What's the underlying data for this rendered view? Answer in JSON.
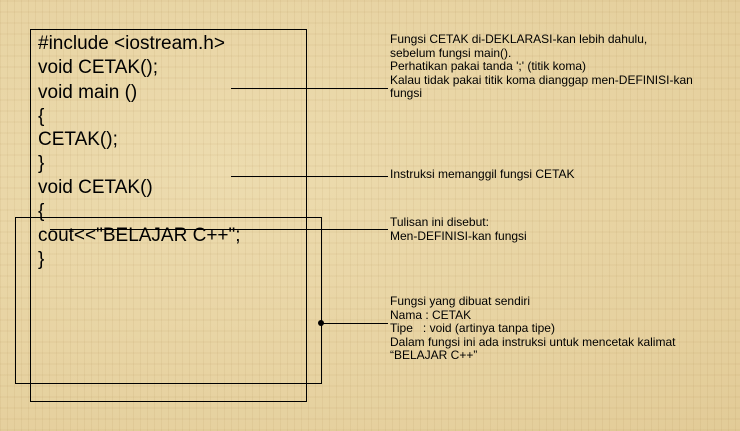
{
  "code": [
    "#include <iostream.h>",
    "void CETAK();",
    "void main ()",
    "{",
    "CETAK();",
    "}",
    "void CETAK()",
    "{",
    "cout<<\"BELAJAR C++\";",
    "}"
  ],
  "annotations": {
    "declaration": [
      "Fungsi CETAK di-DEKLARASI-kan lebih dahulu,",
      "sebelum fungsi main().",
      "Perhatikan pakai tanda ';' (titik koma)",
      "Kalau tidak pakai titik koma dianggap men-DEFINISI-kan",
      "fungsi"
    ],
    "call": [
      "Instruksi memanggil fungsi CETAK"
    ],
    "definition": [
      "Tulisan ini disebut:",
      "Men-DEFINISI-kan fungsi"
    ],
    "user_function": [
      "Fungsi yang dibuat sendiri",
      "Nama : CETAK",
      "Tipe   : void (artinya tanpa tipe)",
      "Dalam fungsi ini ada instruksi untuk mencetak kalimat",
      "“BELAJAR C++”"
    ]
  }
}
